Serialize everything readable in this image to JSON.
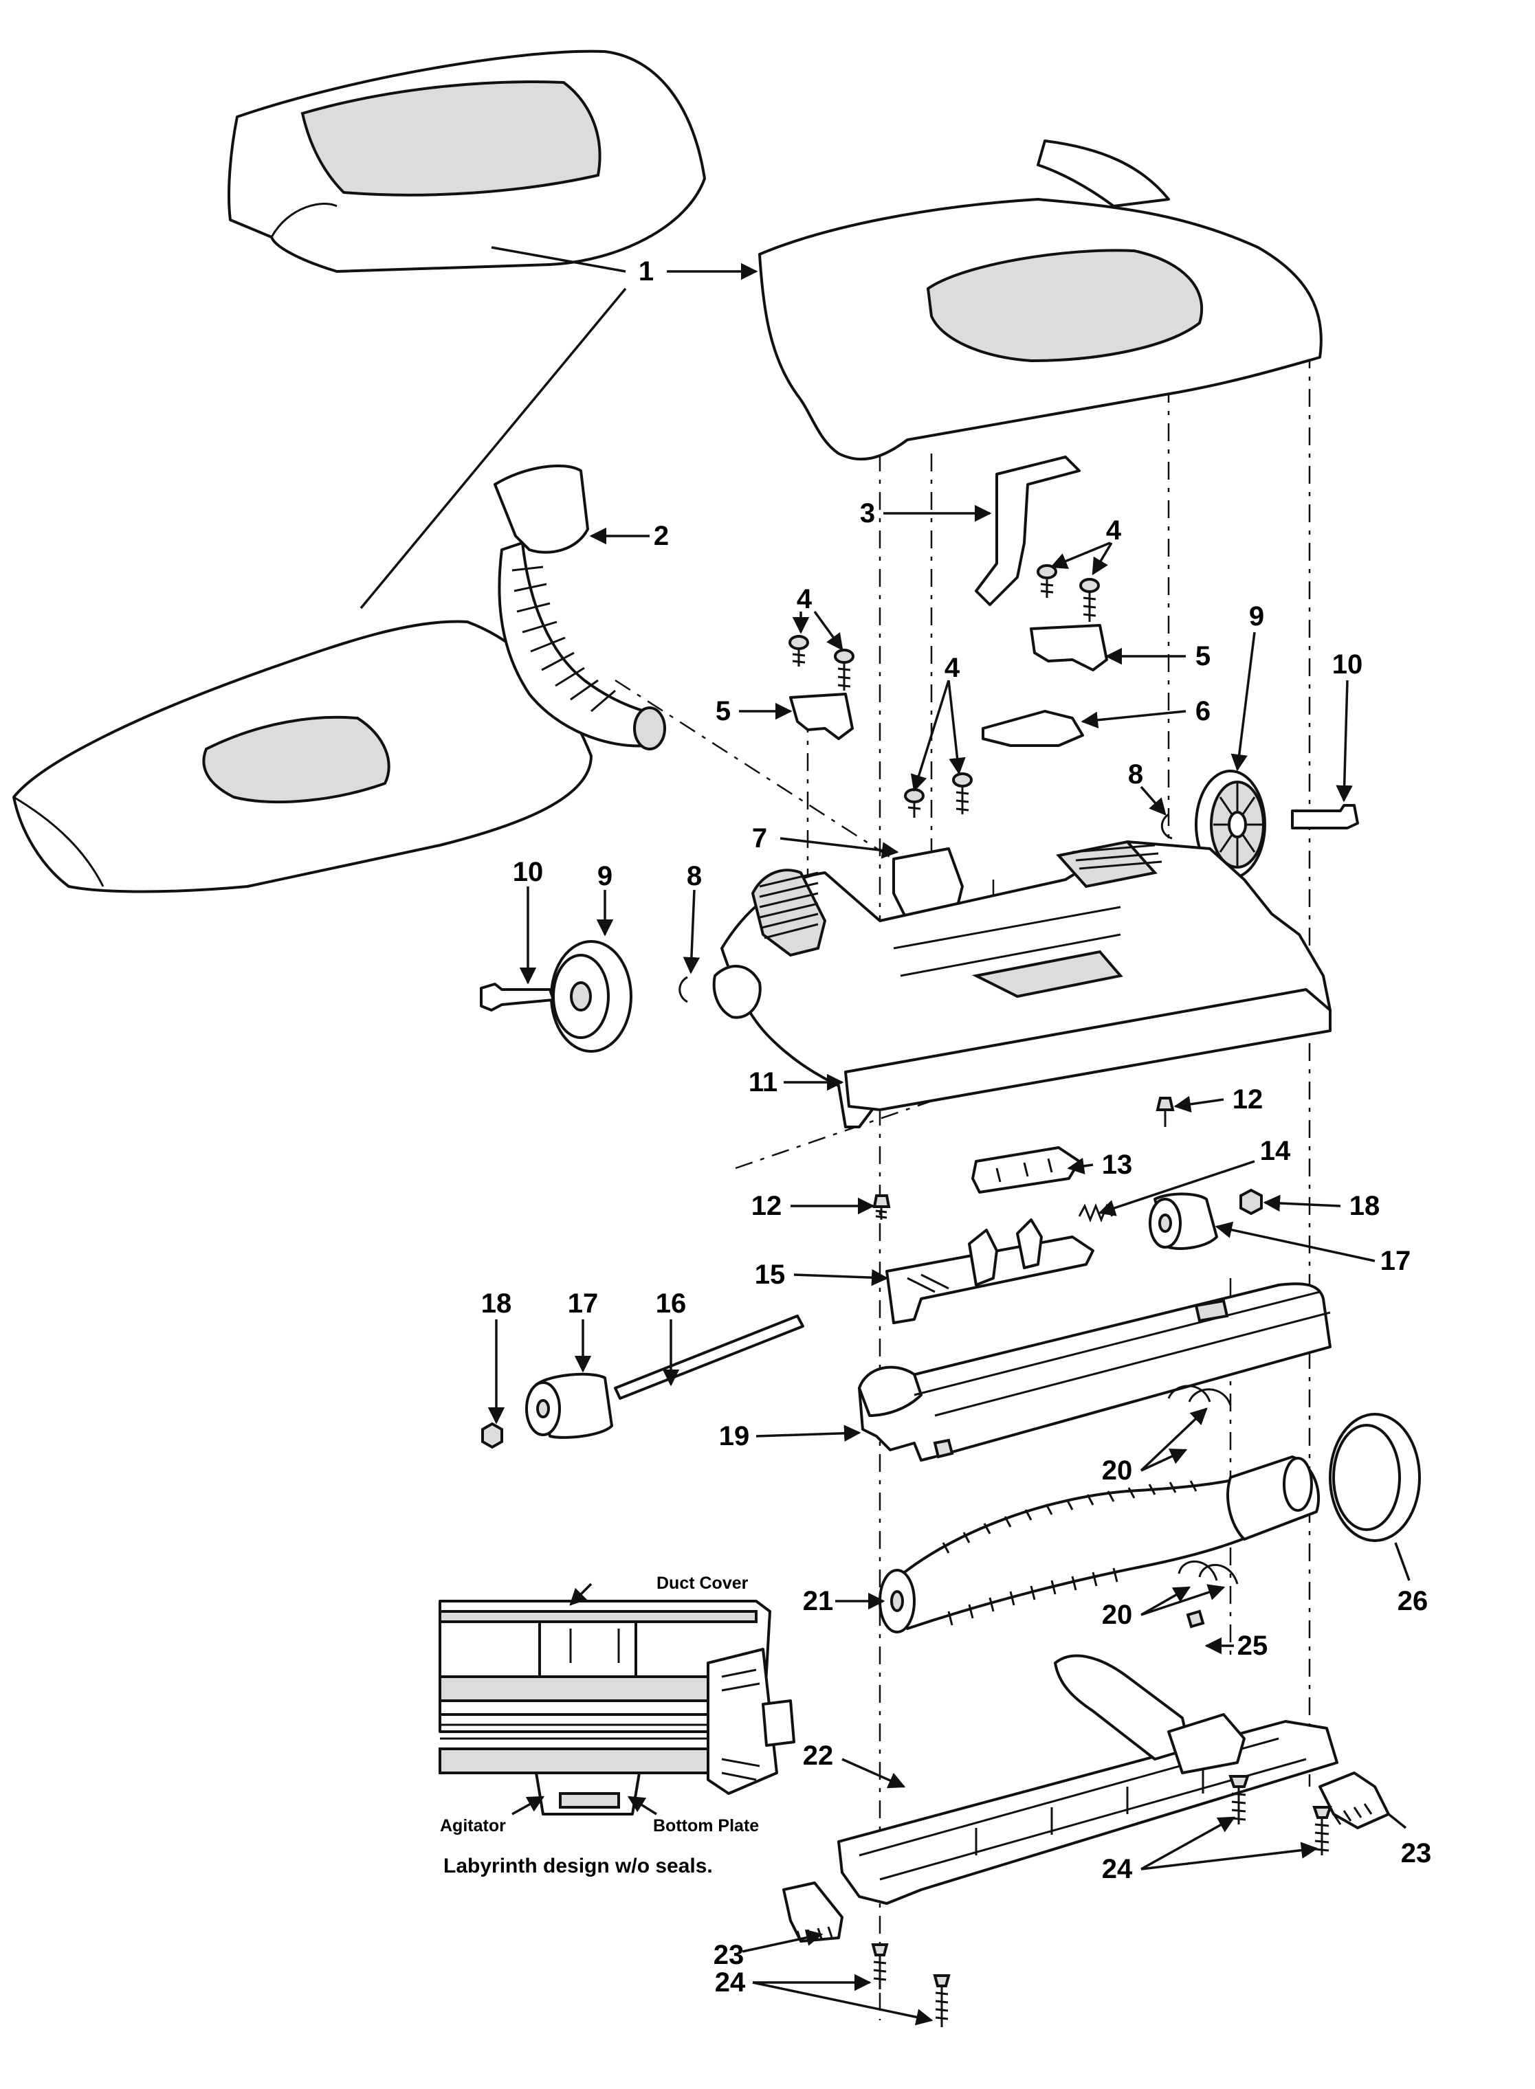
{
  "callouts": {
    "c1": "1",
    "c2": "2",
    "c3": "3",
    "c4a": "4",
    "c4b": "4",
    "c4c": "4",
    "c5a": "5",
    "c5b": "5",
    "c6": "6",
    "c7": "7",
    "c8a": "8",
    "c8b": "8",
    "c9a": "9",
    "c9b": "9",
    "c10a": "10",
    "c10b": "10",
    "c11": "11",
    "c12a": "12",
    "c12b": "12",
    "c13": "13",
    "c14": "14",
    "c15": "15",
    "c16": "16",
    "c17a": "17",
    "c17b": "17",
    "c18a": "18",
    "c18b": "18",
    "c19": "19",
    "c20a": "20",
    "c20b": "20",
    "c21": "21",
    "c22": "22",
    "c23a": "23",
    "c23b": "23",
    "c24a": "24",
    "c24b": "24",
    "c25": "25",
    "c26": "26"
  },
  "inset": {
    "duct_cover": "Duct Cover",
    "agitator": "Agitator",
    "bottom_plate": "Bottom Plate",
    "caption": "Labyrinth design w/o seals."
  }
}
